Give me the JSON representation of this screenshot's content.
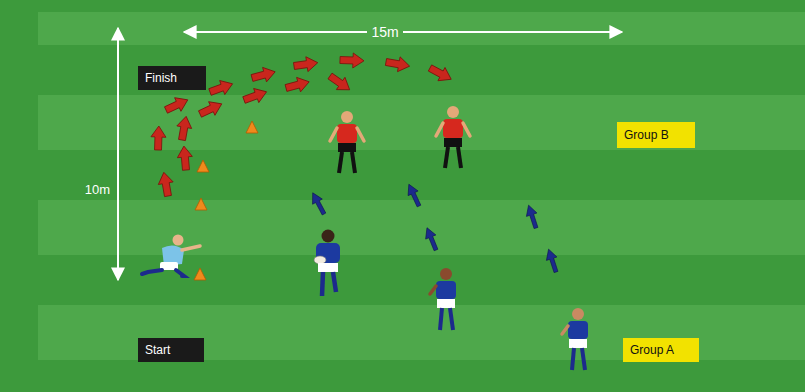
{
  "diagram": {
    "nodes": [
      {
        "text": [
          "Finish"
        ]
      },
      {
        "text": [
          "Group B"
        ]
      },
      {
        "text": [
          "Start"
        ]
      },
      {
        "text": [
          "Group A"
        ]
      }
    ],
    "labels": [
      "15m",
      "10m"
    ]
  }
}
